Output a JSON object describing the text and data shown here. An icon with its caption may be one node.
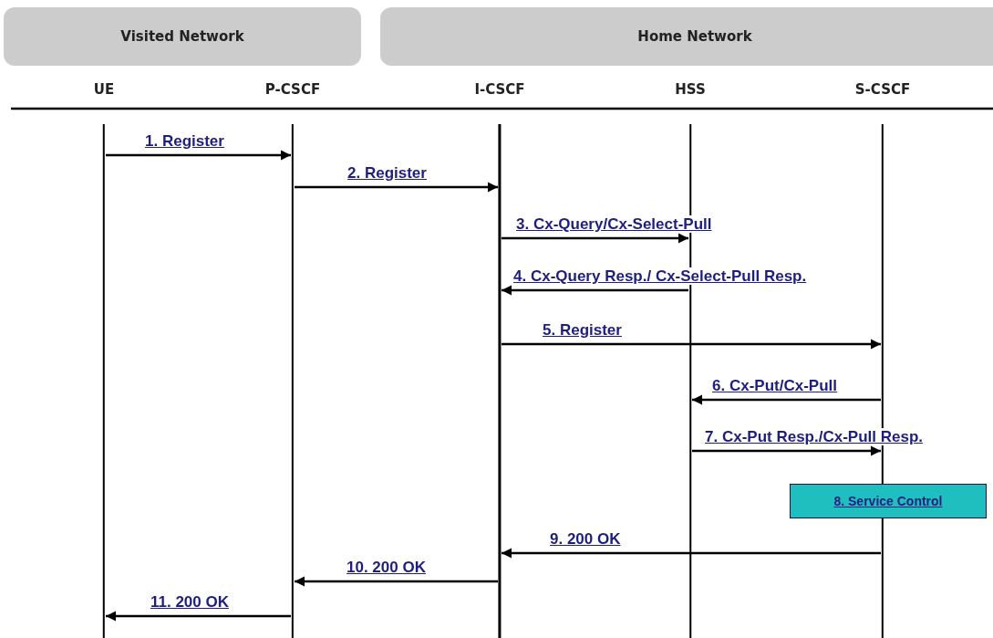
{
  "diagram": {
    "nodes": [
      {
        "text": [
          "Visited Network"
        ]
      },
      {
        "text": [
          "Home Network"
        ]
      },
      {
        "text": [
          "UE"
        ]
      },
      {
        "text": [
          "P-CSCF"
        ]
      },
      {
        "text": [
          "I-CSCF"
        ]
      },
      {
        "text": [
          "HSS"
        ]
      },
      {
        "text": [
          "S-CSCF"
        ]
      },
      {
        "text": [
          "8. Service Control"
        ]
      }
    ],
    "edges": [
      {
        "from": 2,
        "to": 3,
        "arrow": "to",
        "label": "1. Register"
      },
      {
        "from": 3,
        "to": 4,
        "arrow": "to",
        "label": "2. Register"
      },
      {
        "from": 4,
        "to": 5,
        "arrow": "to",
        "label": "3. Cx-Query/Cx-Select-Pull"
      },
      {
        "from": 5,
        "to": 4,
        "arrow": "to",
        "label": "4. Cx-Query Resp./ Cx-Select-Pull Resp."
      },
      {
        "from": 4,
        "to": 6,
        "arrow": "to",
        "label": "5. Register"
      },
      {
        "from": 6,
        "to": 5,
        "arrow": "to",
        "label": "6. Cx-Put/Cx-Pull"
      },
      {
        "from": 5,
        "to": 6,
        "arrow": "to",
        "label": "7. Cx-Put Resp./Cx-Pull Resp."
      },
      {
        "from": 6,
        "to": 4,
        "arrow": "to",
        "label": "9. 200 OK"
      },
      {
        "from": 4,
        "to": 3,
        "arrow": "to",
        "label": "10. 200 OK"
      },
      {
        "from": 3,
        "to": 2,
        "arrow": "to",
        "label": "11. 200 OK"
      }
    ]
  }
}
